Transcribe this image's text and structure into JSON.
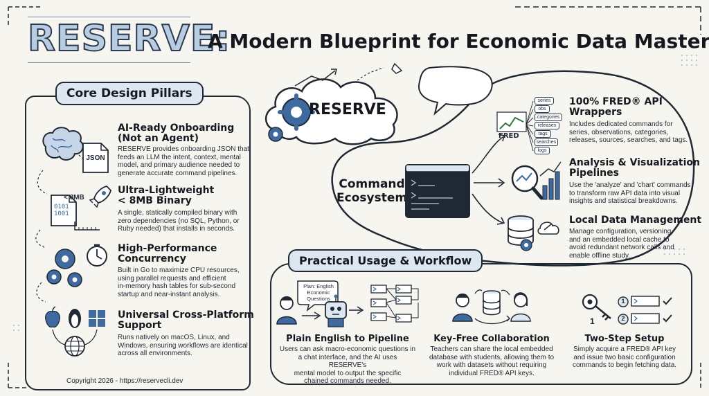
{
  "header": {
    "brand": "RESERVE",
    "colon": ":",
    "subtitle": "A Modern Blueprint for Economic Data Mastery"
  },
  "core_pillars": {
    "heading": "Core Design Pillars",
    "items": [
      {
        "title_line1": "AI-Ready Onboarding",
        "title_line2": "(Not an Agent)",
        "desc": [
          "RESERVE provides onboarding JSON that",
          "feeds an LLM the intent, context, mental",
          "model, and primary audience needed to",
          "generate accurate command pipelines."
        ],
        "icon_label": "JSON"
      },
      {
        "title_line1": "Ultra-Lightweight",
        "title_line2": "< 8MB Binary",
        "desc": [
          "A single, statically compiled binary with",
          "zero dependencies (no SQL, Python, or",
          "Ruby needed) that installs in seconds."
        ],
        "icon_label": "< 8MB",
        "binary_lines": [
          "0101",
          "1001"
        ]
      },
      {
        "title_line1": "High-Performance",
        "title_line2": "Concurrency",
        "desc": [
          "Built in Go to maximize CPU resources,",
          "using parallel requests and efficient",
          "in-memory hash tables for sub-second",
          "startup and near-instant analysis."
        ]
      },
      {
        "title_line1": "Universal Cross-Platform",
        "title_line2": "Support",
        "desc": [
          "Runs natively on macOS, Linux, and",
          "Windows, ensuring workflows are identical",
          "across all environments."
        ]
      }
    ]
  },
  "center": {
    "cloud_label": "RESERVE",
    "ecosystem_line1": "Command",
    "ecosystem_line2": "Ecosystem"
  },
  "features": [
    {
      "title_line1": "100% FRED® API",
      "title_line2": "Wrappers",
      "desc": [
        "Includes dedicated commands for",
        "series, observations, categories,",
        "releases, sources, searches, and tags."
      ],
      "logo": "FRED",
      "chips": [
        "series",
        "obs",
        "categories",
        "releases",
        "tags",
        "searches",
        "logs"
      ]
    },
    {
      "title_line1": "Analysis & Visualization",
      "title_line2": "Pipelines",
      "desc": [
        "Use the 'analyze' and 'chart' commands",
        "to transform raw API data into visual",
        "insights and statistical breakdowns."
      ]
    },
    {
      "title_line1": "Local Data Management",
      "desc": [
        "Manage configuration, versioning,",
        "and an embedded local cache to",
        "avoid redundant network calls and",
        "enable offline study."
      ]
    }
  ],
  "workflow": {
    "heading": "Practical Usage & Workflow",
    "bubble": [
      "Plan: English",
      "Economic",
      "Questions"
    ],
    "items": [
      {
        "title": "Plain English to Pipeline",
        "desc": [
          "Users can ask macro-economic questions in",
          "a chat interface, and the AI uses RESERVE's",
          "mental model to output the specific",
          "chained commands needed."
        ]
      },
      {
        "title": "Key-Free Collaboration",
        "desc": [
          "Teachers can share the local embedded",
          "database with students, allowing them to",
          "work with datasets without requiring",
          "individual FRED® API keys."
        ]
      },
      {
        "title": "Two-Step Setup",
        "desc": [
          "Simply acquire a FRED® API key",
          "and issue two basic configuration",
          "commands to begin fetching data."
        ],
        "steps": [
          "1",
          "2"
        ],
        "key_number": "1"
      }
    ]
  },
  "footer": {
    "copyright": "Copyright 2026 - https://reservecli.dev"
  },
  "colors": {
    "ink": "#1f2833",
    "accent_blue": "#3e6aa0",
    "light_blue": "#dce7f2",
    "paper": "#f7f5ef"
  }
}
